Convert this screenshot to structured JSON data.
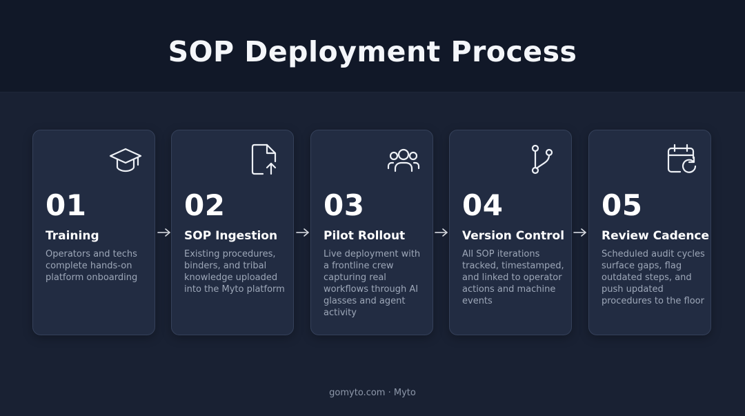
{
  "title": "SOP Deployment Process",
  "steps": [
    {
      "number": "01",
      "label": "Training",
      "description": "Operators and techs complete hands-on platform onboarding",
      "icon": "graduation-cap-icon"
    },
    {
      "number": "02",
      "label": "SOP Ingestion",
      "description": "Existing procedures, binders, and tribal knowledge uploaded into the Myto platform",
      "icon": "file-upload-icon"
    },
    {
      "number": "03",
      "label": "Pilot Rollout",
      "description": "Live deployment with a frontline crew capturing real workflows through AI glasses and agent activity",
      "icon": "users-icon"
    },
    {
      "number": "04",
      "label": "Version Control",
      "description": "All SOP iterations tracked, timestamped, and linked to operator actions and machine events",
      "icon": "git-branch-icon"
    },
    {
      "number": "05",
      "label": "Review Cadence",
      "description": "Scheduled audit cycles surface gaps, flag outdated steps, and push updated procedures to the floor",
      "icon": "calendar-refresh-icon"
    }
  ],
  "footer": "gomyto.com · Myto"
}
